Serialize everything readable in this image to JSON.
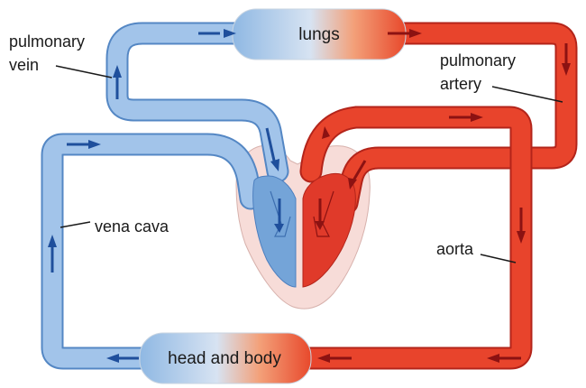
{
  "organs": {
    "lungs": "lungs",
    "body": "head and body"
  },
  "labels": {
    "pulmonary_vein_1": "pulmonary",
    "pulmonary_vein_2": "vein",
    "pulmonary_artery_1": "pulmonary",
    "pulmonary_artery_2": "artery",
    "vena_cava": "vena cava",
    "aorta": "aorta"
  },
  "colors": {
    "oxygen_poor": "#6ea3d8",
    "oxygen_rich": "#e03a2a",
    "arrow_blue": "#1f4f9c",
    "arrow_red": "#8c1212",
    "heart_wall": "#f7dcd8"
  }
}
